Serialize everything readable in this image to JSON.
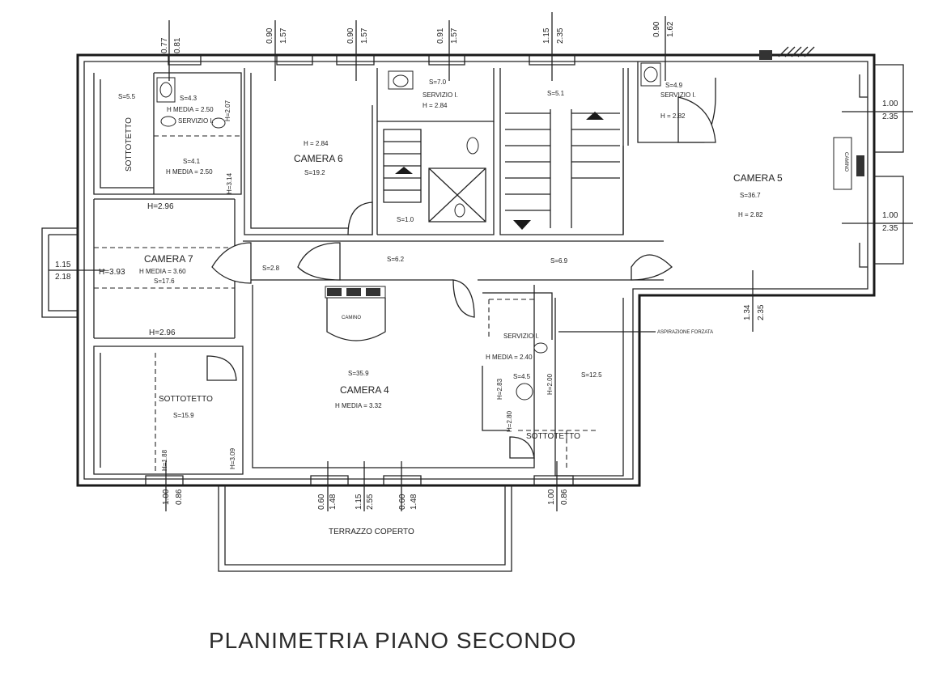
{
  "title": "PLANIMETRIA PIANO SECONDO",
  "rooms": {
    "sottotetto_nw": "SOTTOTETTO",
    "sottotetto_nw_area": "S=5.5",
    "bagno_nw_area": "S=4.3",
    "bagno_nw_hmedia": "H MEDIA = 2.50",
    "bagno_nw_name": "SERVIZIO I.",
    "bagno_nw_h": "H=2.07",
    "disimpegno_nw_area": "S=4.1",
    "disimpegno_nw_hmedia": "H MEDIA = 2.50",
    "disimpegno_nw_h": "H=3.14",
    "corridor_w_h": "H=2.96",
    "camera6_h": "H = 2.84",
    "camera6_name": "CAMERA 6",
    "camera6_area": "S=19.2",
    "servizio_n_area": "S=7.0",
    "servizio_n_name": "SERVIZIO I.",
    "servizio_n_h": "H = 2.84",
    "stair_small_area": "S=1.0",
    "stair_area": "S=5.1",
    "bagno_ne_area": "S=4.9",
    "bagno_ne_name": "SERVIZIO I.",
    "bagno_ne_h": "H = 2.82",
    "camera5_name": "CAMERA 5",
    "camera5_area": "S=36.7",
    "camera5_h": "H = 2.82",
    "camino_e": "CAMINO",
    "camera7_name": "CAMERA 7",
    "camera7_h": "H=3.93",
    "camera7_hmedia": "H MEDIA = 3.60",
    "camera7_area": "S=17.6",
    "camera7_h_bottom": "H=2.96",
    "corr_a_area": "S=2.8",
    "corr_b_area": "S=6.2",
    "corr_c_area": "S=6.9",
    "camino_s": "CAMINO",
    "camera4_area": "S=35.9",
    "camera4_name": "CAMERA 4",
    "camera4_hmedia": "H MEDIA = 3.32",
    "servizio_s_name": "SERVIZIO I.",
    "servizio_s_hmedia": "H MEDIA = 2.40",
    "servizio_s_area": "S=4.5",
    "servizio_s_h1": "H=2.83",
    "servizio_s_h2": "H=2.00",
    "servizio_s_h3": "H=2.80",
    "sottotetto_se_area": "S=12.5",
    "sottotetto_se": "SOTTOTETTO",
    "sottotetto_sw": "SOTTOTETTO",
    "sottotetto_sw_area": "S=15.9",
    "sottotetto_sw_h1": "H=1.88",
    "sottotetto_sw_h2": "H=3.09",
    "aspirazione": "ASPIRAZIONE FORZATA",
    "terrazzo": "TERRAZZO COPERTO"
  },
  "dimensions": {
    "top": [
      {
        "a": "0.77",
        "b": "0.81"
      },
      {
        "a": "0.90",
        "b": "1.57"
      },
      {
        "a": "0.90",
        "b": "1.57"
      },
      {
        "a": "0.91",
        "b": "1.57"
      },
      {
        "a": "1.15",
        "b": "2.35"
      },
      {
        "a": "0.90",
        "b": "1.62"
      }
    ],
    "east_upper": {
      "a": "1.00",
      "b": "2.35"
    },
    "east_lower": {
      "a": "1.00",
      "b": "2.35"
    },
    "east_bottom": {
      "a": "1.34",
      "b": "2.35"
    },
    "west": {
      "a": "1.15",
      "b": "2.18"
    },
    "bottom": [
      {
        "a": "1.00",
        "b": "0.86"
      },
      {
        "a": "0.60",
        "b": "1.48"
      },
      {
        "a": "1.15",
        "b": "2.55"
      },
      {
        "a": "0.60",
        "b": "1.48"
      },
      {
        "a": "1.00",
        "b": "0.86"
      }
    ]
  }
}
